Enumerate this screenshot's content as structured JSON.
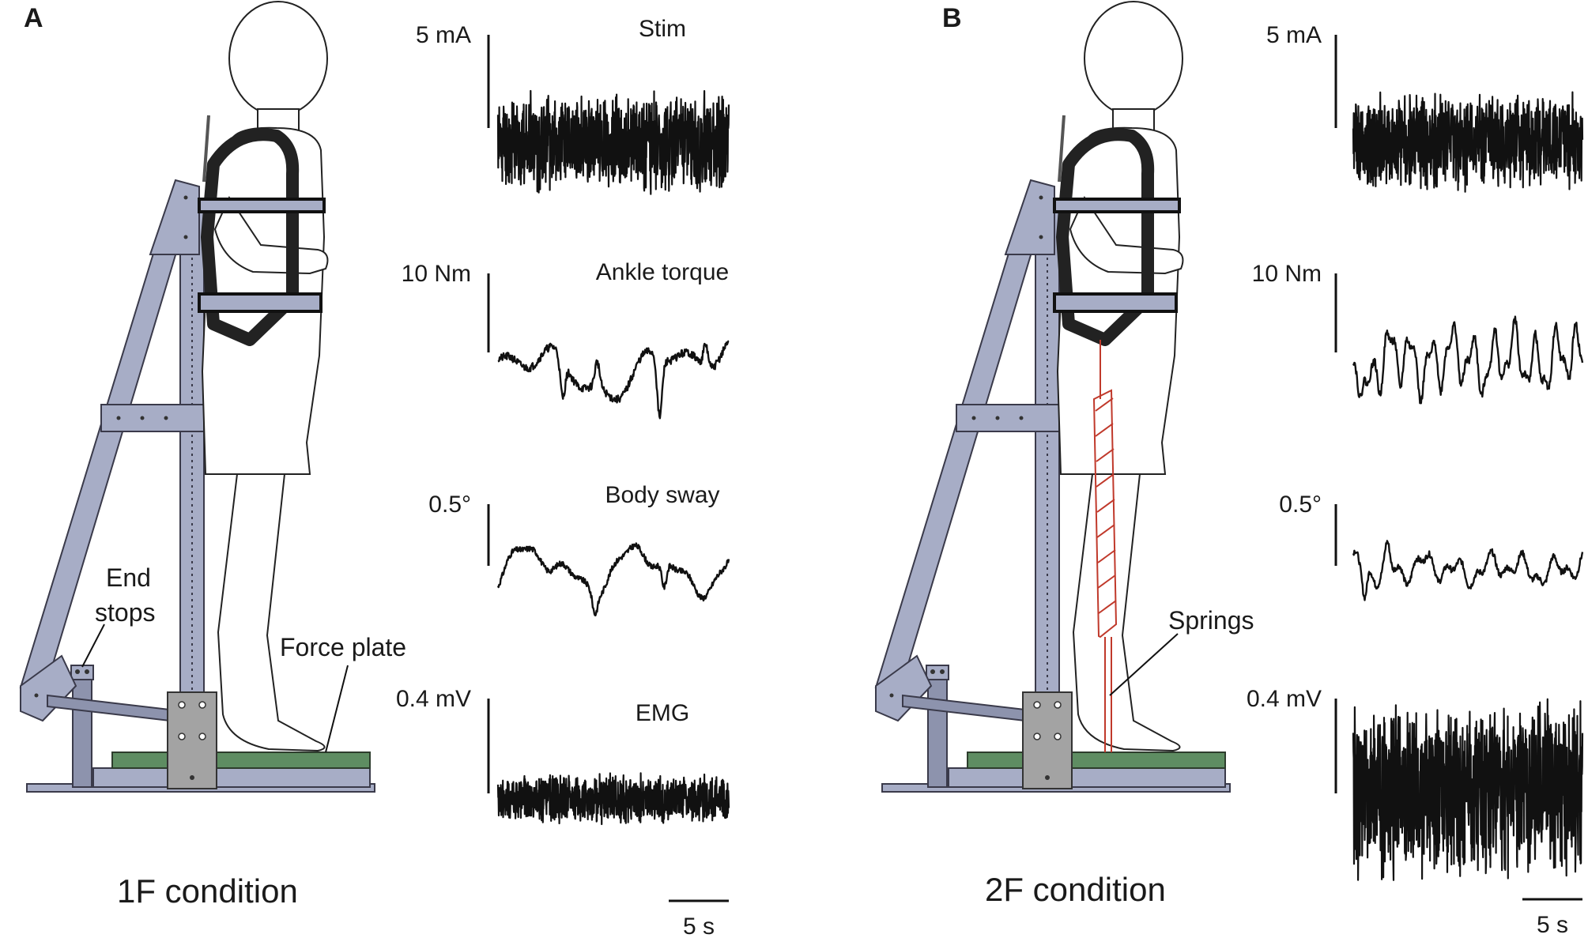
{
  "panels": [
    {
      "letter": "A",
      "condition": "1F condition",
      "callouts": {
        "end_stops": [
          "End",
          "stops"
        ],
        "force_plate": "Force plate"
      },
      "traces": [
        {
          "title": "Stim",
          "scale": "5 mA",
          "kind": "noise",
          "seed": 11,
          "amp": 0.85
        },
        {
          "title": "Ankle torque",
          "scale": "10 Nm",
          "kind": "torqueA",
          "seed": 21,
          "amp": 1
        },
        {
          "title": "Body sway",
          "scale": "0.5°",
          "kind": "swayA",
          "seed": 31,
          "amp": 1
        },
        {
          "title": "EMG",
          "scale": "0.4 mV",
          "kind": "noise",
          "seed": 41,
          "amp": 0.55
        }
      ],
      "time_scale": "5 s"
    },
    {
      "letter": "B",
      "condition": "2F condition",
      "callouts": {
        "springs": "Springs"
      },
      "traces": [
        {
          "title": "",
          "scale": "5 mA",
          "kind": "noise",
          "seed": 12,
          "amp": 0.85
        },
        {
          "title": "",
          "scale": "10 Nm",
          "kind": "torqueB",
          "seed": 22,
          "amp": 1
        },
        {
          "title": "",
          "scale": "0.5°",
          "kind": "swayB",
          "seed": 32,
          "amp": 1
        },
        {
          "title": "",
          "scale": "0.4 mV",
          "kind": "noise",
          "seed": 42,
          "amp": 1.0
        }
      ],
      "time_scale": "5 s"
    }
  ],
  "colors": {
    "frame": "#a7adc6",
    "force_plate": "#5e8d62",
    "springs": "#c0392b",
    "trace": "#111111"
  }
}
